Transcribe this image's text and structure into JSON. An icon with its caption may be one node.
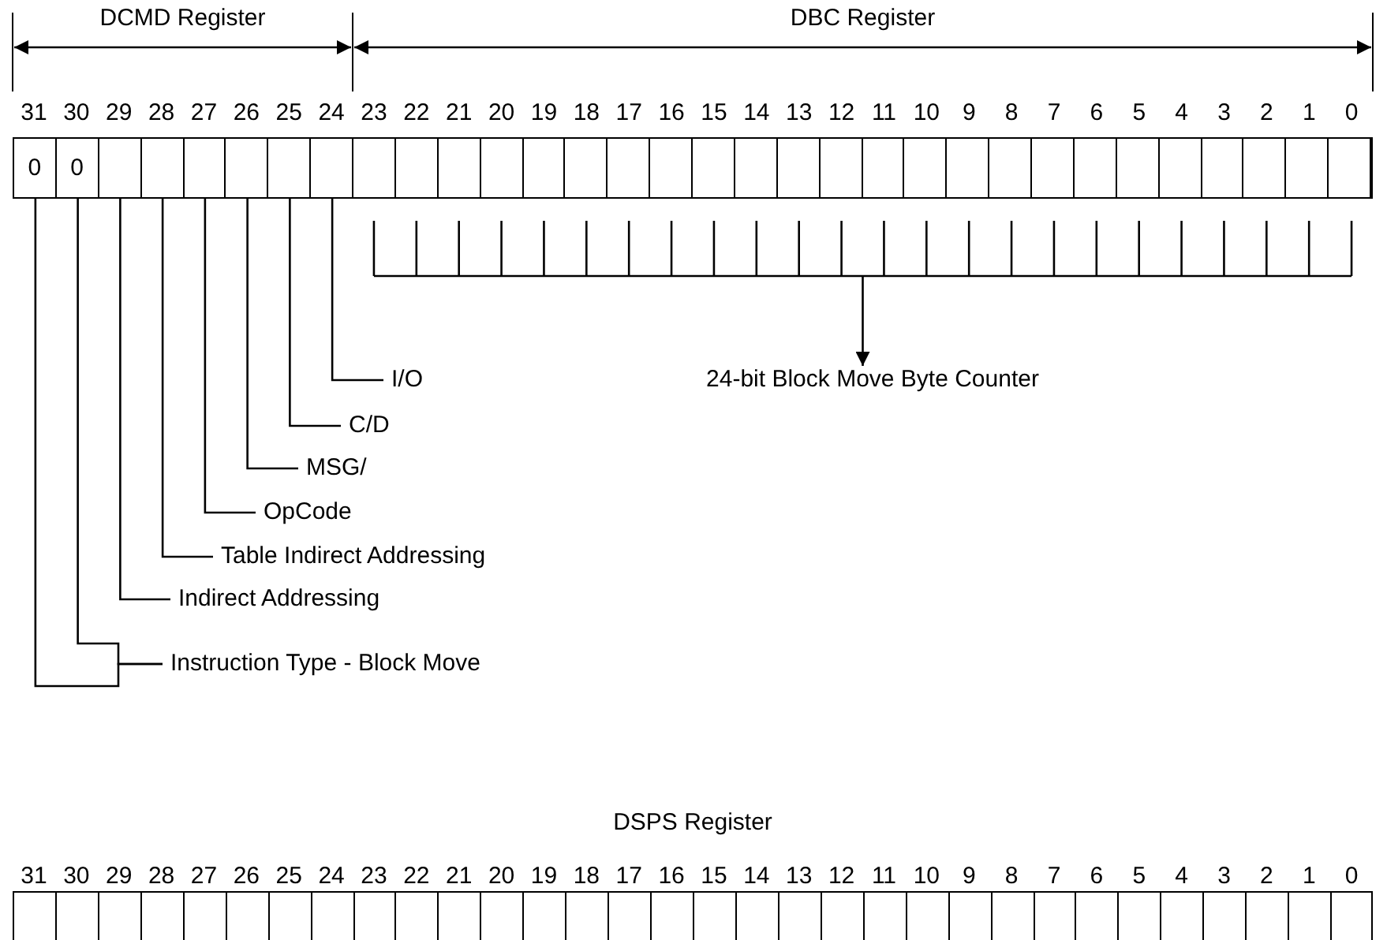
{
  "diagram": {
    "nodes": [
      {
        "text": [],
        "shape": "box"
      },
      {
        "text": [
          "0"
        ],
        "in": 0
      },
      {
        "text": [
          "0"
        ],
        "in": 0
      },
      {
        "text": [],
        "shape": "box",
        "in": 0
      },
      {
        "text": [],
        "shape": "box",
        "in": 0
      },
      {
        "text": [],
        "shape": "box",
        "in": 0
      },
      {
        "text": [],
        "shape": "box",
        "in": 0
      },
      {
        "text": [],
        "shape": "box",
        "in": 0
      },
      {
        "text": [],
        "shape": "box",
        "in": 0
      },
      {
        "text": [],
        "shape": "box",
        "in": 0
      },
      {
        "text": [],
        "shape": "box",
        "in": 0
      },
      {
        "text": [],
        "shape": "box",
        "in": 0
      },
      {
        "text": [],
        "shape": "box",
        "in": 0
      },
      {
        "text": [],
        "shape": "box",
        "in": 0
      },
      {
        "text": [],
        "shape": "box",
        "in": 0
      },
      {
        "text": [],
        "shape": "box",
        "in": 0
      },
      {
        "text": [],
        "shape": "box",
        "in": 0
      },
      {
        "text": [],
        "shape": "box",
        "in": 0
      },
      {
        "text": [],
        "shape": "box",
        "in": 0
      },
      {
        "text": [],
        "shape": "box",
        "in": 0
      },
      {
        "text": [],
        "shape": "box",
        "in": 0
      },
      {
        "text": [],
        "shape": "box",
        "in": 0
      },
      {
        "text": [],
        "shape": "box",
        "in": 0
      },
      {
        "text": [],
        "shape": "box",
        "in": 0
      },
      {
        "text": [],
        "shape": "box",
        "in": 0
      },
      {
        "text": [],
        "shape": "box",
        "in": 0
      },
      {
        "text": [],
        "shape": "box",
        "in": 0
      },
      {
        "text": [],
        "shape": "box",
        "in": 0
      },
      {
        "text": [],
        "shape": "box",
        "in": 0
      },
      {
        "text": [],
        "shape": "box",
        "in": 0
      },
      {
        "text": [],
        "shape": "box",
        "in": 0
      },
      {
        "text": [],
        "shape": "box",
        "in": 0
      },
      {
        "text": [],
        "shape": "box",
        "in": 0
      },
      {
        "text": [],
        "shape": "bracket"
      },
      {
        "text": [
          "24-bit Block Move Byte Counter"
        ]
      },
      {
        "text": [
          "I/O"
        ]
      },
      {
        "text": [
          "C/D"
        ]
      },
      {
        "text": [
          "MSG/"
        ]
      },
      {
        "text": [
          "OpCode"
        ]
      },
      {
        "text": [
          "Table Indirect Addressing"
        ]
      },
      {
        "text": [
          "Indirect Addressing"
        ]
      },
      {
        "text": [
          "Instruction Type - Block Move"
        ]
      },
      {
        "text": [
          "DSPS Register"
        ]
      }
    ],
    "edges": [
      {
        "from": 33,
        "to": 34,
        "arrow": "to"
      },
      {
        "from": 35,
        "to": 8,
        "arrow": "none"
      },
      {
        "from": 36,
        "to": 7,
        "arrow": "none"
      },
      {
        "from": 37,
        "to": 6,
        "arrow": "none"
      },
      {
        "from": 38,
        "to": 5,
        "arrow": "none"
      },
      {
        "from": 39,
        "to": 4,
        "arrow": "none"
      },
      {
        "from": 40,
        "to": 3,
        "arrow": "none"
      },
      {
        "from": 41,
        "to": 2,
        "arrow": "none"
      },
      {
        "from": 41,
        "to": 1,
        "arrow": "none"
      }
    ],
    "labels": [
      "DCMD Register",
      "DBC Register",
      "31",
      "30",
      "29",
      "28",
      "27",
      "26",
      "25",
      "24",
      "23",
      "22",
      "21",
      "20",
      "19",
      "18",
      "17",
      "16",
      "15",
      "14",
      "13",
      "12",
      "11",
      "10",
      "9",
      "8",
      "7",
      "6",
      "5",
      "4",
      "3",
      "2",
      "1",
      "0",
      "31",
      "30",
      "29",
      "28",
      "27",
      "26",
      "25",
      "24",
      "23",
      "22",
      "21",
      "20",
      "19",
      "18",
      "17",
      "16",
      "15",
      "14",
      "13",
      "12",
      "11",
      "10",
      "9",
      "8",
      "7",
      "6",
      "5",
      "4",
      "3",
      "2",
      "1",
      "0"
    ]
  }
}
